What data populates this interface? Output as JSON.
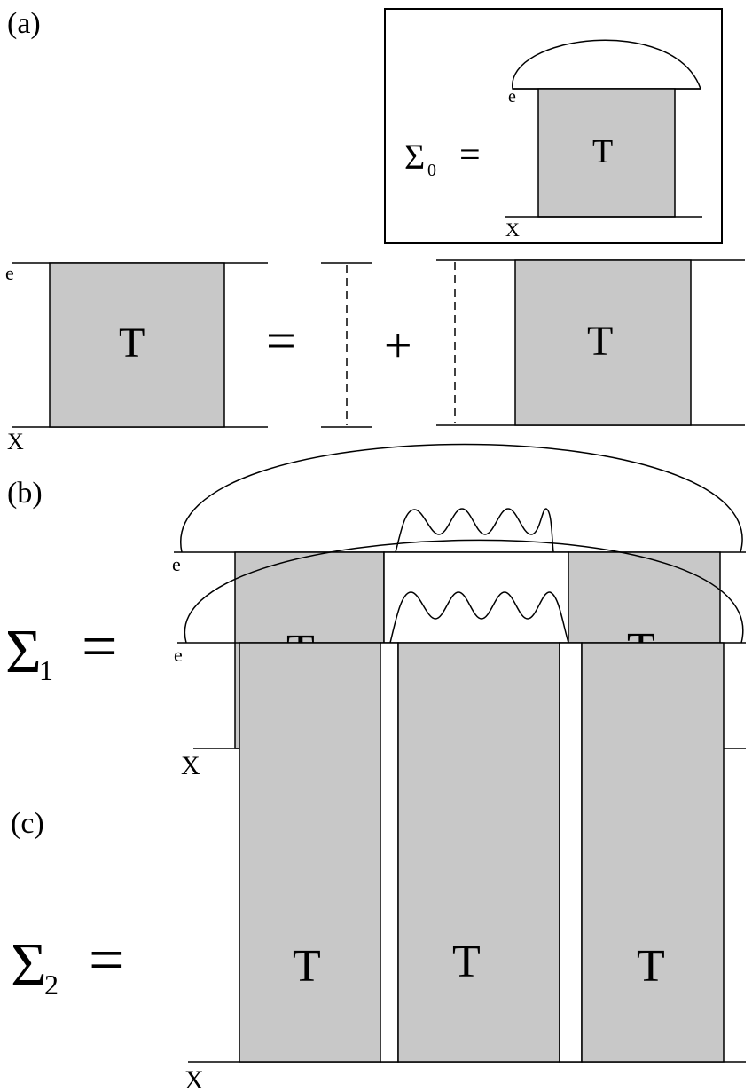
{
  "panels": {
    "a": {
      "label": "(a)",
      "inset": {
        "sigma_symbol": "Σ",
        "sigma_subscript": "0",
        "equals": "=",
        "top_label": "e",
        "bottom_label": "X",
        "t_label": "T"
      },
      "equation": {
        "top_label": "e",
        "bottom_label": "X",
        "t_left": "T",
        "equals": "=",
        "plus": "+",
        "t_right": "T"
      }
    },
    "b": {
      "label": "(b)",
      "sigma_symbol": "Σ",
      "sigma_subscript": "1",
      "equals": "=",
      "top_label": "e",
      "bottom_label": "X",
      "t_labels": [
        "T",
        "T"
      ]
    },
    "c": {
      "label": "(c)",
      "sigma_symbol": "Σ",
      "sigma_subscript": "2",
      "equals": "=",
      "top_label": "e",
      "bottom_label": "X",
      "t_labels": [
        "T",
        "T",
        "T"
      ]
    }
  }
}
